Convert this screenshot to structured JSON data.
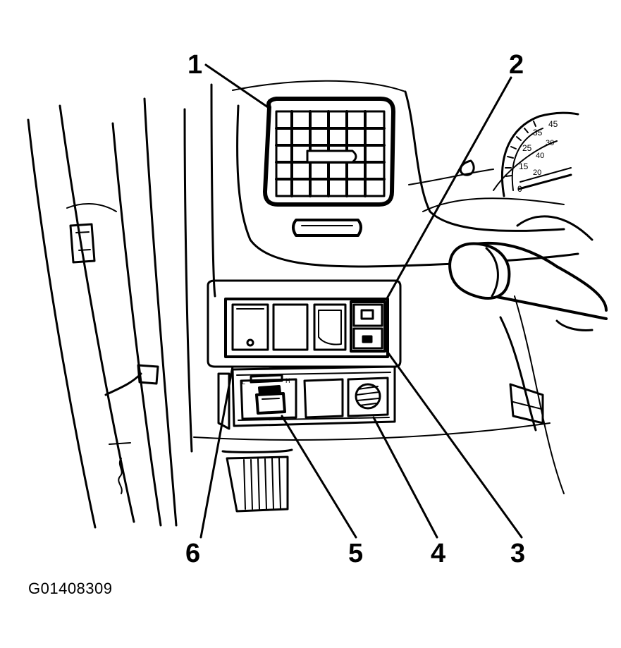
{
  "callouts": {
    "c1": "1",
    "c2": "2",
    "c3": "3",
    "c4": "4",
    "c5": "5",
    "c6": "6"
  },
  "speedometer": {
    "t0": "0",
    "t15": "15",
    "t20": "20",
    "t25": "25",
    "t30": "30",
    "t35": "35",
    "t40": "40",
    "t45": "45"
  },
  "figure_id": "G01408309"
}
